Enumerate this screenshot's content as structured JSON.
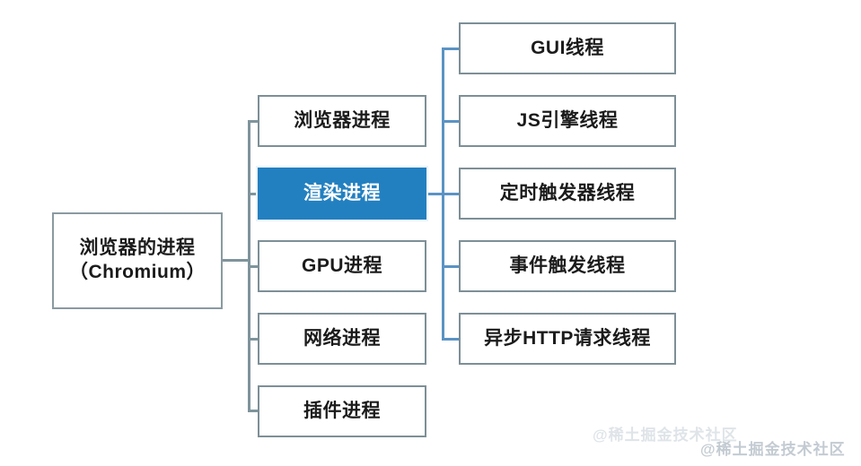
{
  "diagram": {
    "type": "tree-diagram",
    "background_color": "#ffffff",
    "root": {
      "label_line1": "浏览器的进程",
      "label_line2": "（Chromium）",
      "border_color": "#8a9aa1"
    },
    "processes": [
      {
        "label": "浏览器进程",
        "highlighted": false
      },
      {
        "label": "渲染进程",
        "highlighted": true
      },
      {
        "label": "GPU进程",
        "highlighted": false
      },
      {
        "label": "网络进程",
        "highlighted": false
      },
      {
        "label": "插件进程",
        "highlighted": false
      }
    ],
    "threads": [
      {
        "label": "GUI线程"
      },
      {
        "label": "JS引擎线程"
      },
      {
        "label": "定时触发器线程"
      },
      {
        "label": "事件触发线程"
      },
      {
        "label": "异步HTTP请求线程"
      }
    ],
    "colors": {
      "highlight_fill": "#2380c0",
      "highlight_text": "#ffffff",
      "box_border": "#7d8f96",
      "connector": "#7f949c",
      "connector_blue": "#5a93c4"
    }
  },
  "watermarks": [
    {
      "text": "@稀土掘金技术社区"
    },
    {
      "text": "@稀土掘金技术社区"
    }
  ]
}
